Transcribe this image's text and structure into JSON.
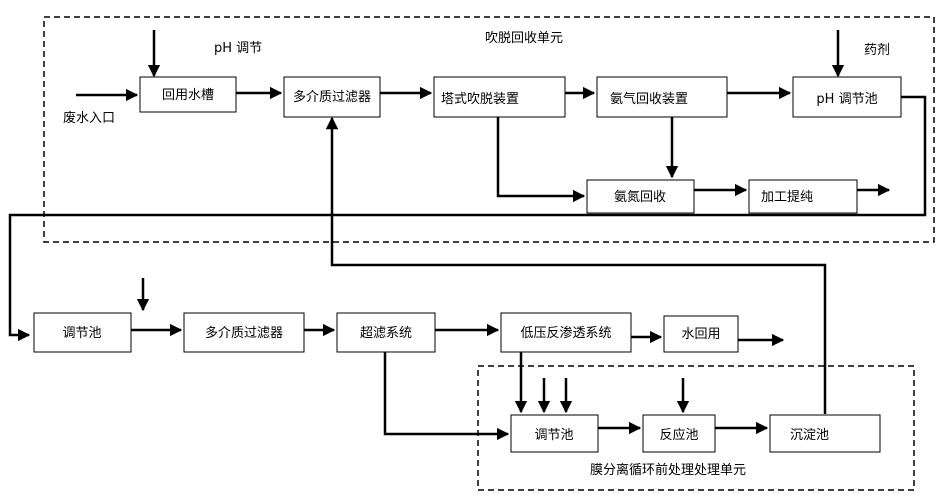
{
  "regions": {
    "stripping_unit": "吹脱回收单元",
    "membrane_unit": "膜分离循环前处理处理单元"
  },
  "annotations": {
    "ph_adjust": "pH 调节",
    "chemicals": "药剂",
    "wastewater_inlet": "废水入口"
  },
  "top_process": {
    "recycle_tank": "回用水槽",
    "multimedia_filter": "多介质过滤器",
    "tower_stripping": "塔式吹脱装置",
    "ammonia_recovery_device": "氨气回收装置",
    "ph_tank": "pH 调节池",
    "ammonium_recovery": "氨氮回收",
    "processing_purification": "加工提纯"
  },
  "middle_process": {
    "adjust_tank": "调节池",
    "multimedia_filter": "多介质过滤器",
    "ultrafiltration": "超滤系统",
    "low_pressure_ro": "低压反渗透系统",
    "water_reuse": "水回用"
  },
  "bottom_process": {
    "adjust_tank": "调节池",
    "reaction_tank": "反应池",
    "sedimentation_tank": "沉淀池"
  }
}
